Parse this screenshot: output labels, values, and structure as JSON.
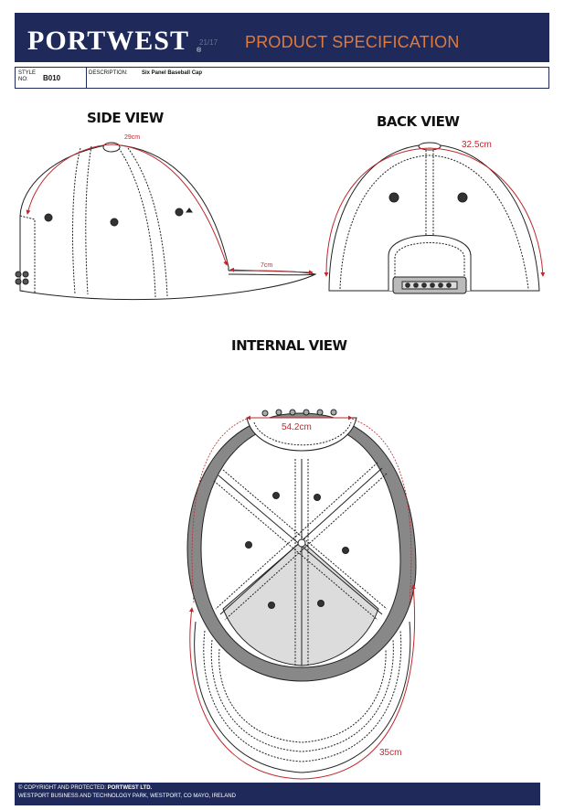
{
  "header": {
    "brand": "PORTWEST",
    "registered_mark": "®",
    "date": "21/17",
    "title": "PRODUCT SPECIFICATION"
  },
  "info": {
    "style_label": "STYLE NO:",
    "style_value": "B010",
    "description_label": "DESCRIPTION:",
    "description_value": "Six Panel Baseball Cap"
  },
  "views": {
    "side": {
      "title": "SIDE VIEW",
      "dim_crown": "29cm",
      "dim_peak": "7cm"
    },
    "back": {
      "title": "BACK VIEW",
      "dim_back": "32.5cm"
    },
    "internal": {
      "title": "INTERNAL VIEW",
      "dim_band": "54.2cm",
      "dim_peak": "35cm"
    }
  },
  "colors": {
    "navy": "#1f2a5a",
    "accent": "#e07a3a",
    "dimension": "#c0272d"
  },
  "footer": {
    "copyright_prefix": "© COPYRIGHT AND PROTECTED: ",
    "company": "PORTWEST LTD.",
    "address": "WESTPORT BUSINESS AND TECHNOLOGY PARK, WESTPORT, CO MAYO, IRELAND"
  }
}
